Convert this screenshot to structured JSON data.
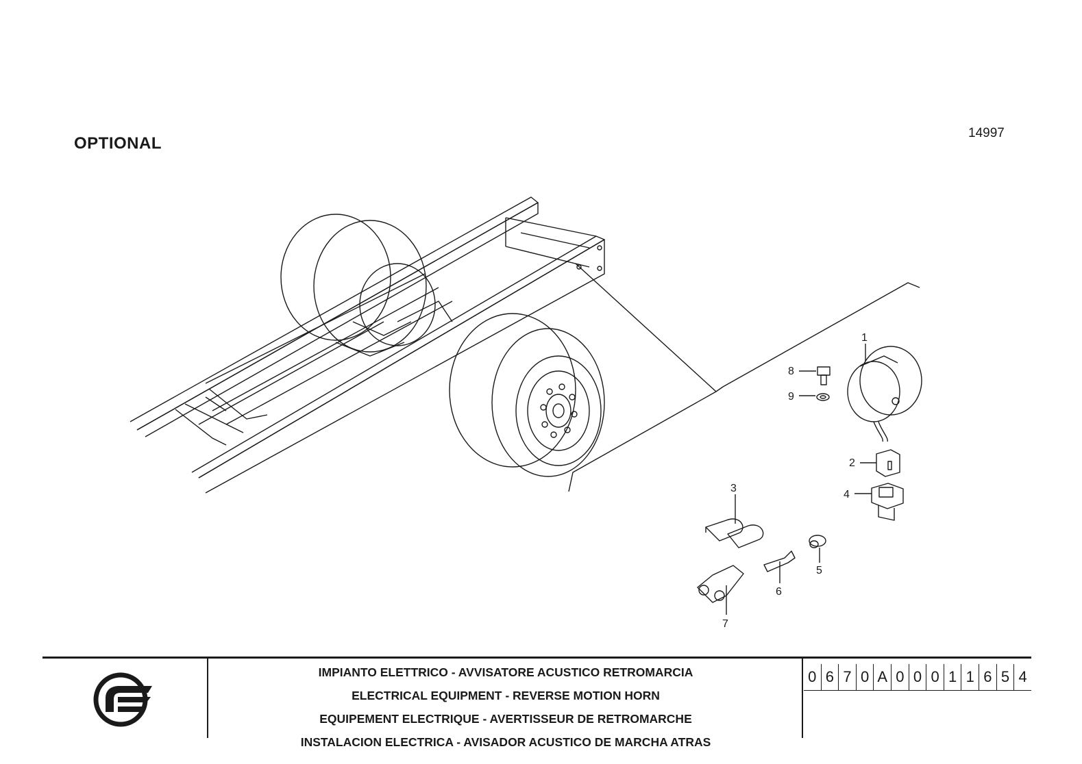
{
  "header": {
    "section_label": "OPTIONAL",
    "drawing_number": "14997"
  },
  "callouts": [
    "1",
    "2",
    "3",
    "4",
    "5",
    "6",
    "7",
    "8",
    "9"
  ],
  "title_block": {
    "lines": [
      "IMPIANTO ELETTRICO - AVVISATORE ACUSTICO RETROMARCIA",
      "ELECTRICAL EQUIPMENT - REVERSE MOTION HORN",
      "EQUIPEMENT ELECTRIQUE - AVERTISSEUR DE RETROMARCHE",
      "INSTALACION ELECTRICA - AVISADOR ACUSTICO DE MARCHA ATRAS"
    ],
    "code_characters": [
      "0",
      "6",
      "7",
      "0",
      "A",
      "0",
      "0",
      "0",
      "1",
      "1",
      "6",
      "5",
      "4"
    ]
  },
  "colors": {
    "ink": "#1a1a1a",
    "paper": "#ffffff"
  }
}
